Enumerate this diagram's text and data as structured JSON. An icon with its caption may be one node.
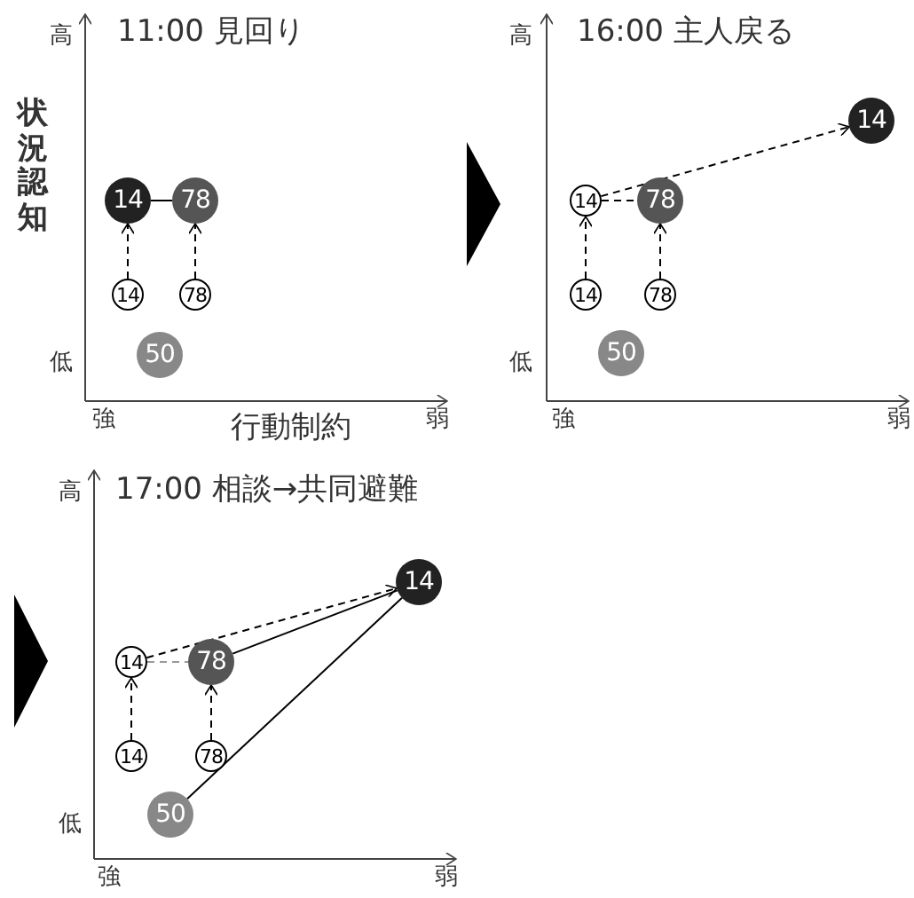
{
  "diagram": {
    "nodes": [
      {
        "text": [
          "14"
        ]
      },
      {
        "text": [
          "78"
        ]
      },
      {
        "text": [
          "14"
        ]
      },
      {
        "text": [
          "78"
        ]
      },
      {
        "text": [
          "50"
        ]
      },
      {
        "text": [
          "14"
        ]
      },
      {
        "text": [
          "14"
        ]
      },
      {
        "text": [
          "78"
        ]
      },
      {
        "text": [
          "14"
        ]
      },
      {
        "text": [
          "78"
        ]
      },
      {
        "text": [
          "50"
        ]
      },
      {
        "text": [
          "14"
        ]
      },
      {
        "text": [
          "14"
        ]
      },
      {
        "text": [
          "78"
        ]
      },
      {
        "text": [
          "14"
        ]
      },
      {
        "text": [
          "78"
        ]
      },
      {
        "text": [
          "50"
        ]
      },
      {
        "text": [],
        "shape": "triangle"
      },
      {
        "text": [],
        "shape": "triangle"
      }
    ],
    "edges": [
      {
        "from": 0,
        "to": 1,
        "arrow": "none"
      },
      {
        "from": 2,
        "to": 0,
        "arrow": "to",
        "style": "dashed"
      },
      {
        "from": 3,
        "to": 1,
        "arrow": "to",
        "style": "dashed"
      },
      {
        "from": 6,
        "to": 5,
        "arrow": "to",
        "style": "dashed"
      },
      {
        "from": 6,
        "to": 7,
        "arrow": "none",
        "style": "dashed"
      },
      {
        "from": 8,
        "to": 6,
        "arrow": "to",
        "style": "dashed"
      },
      {
        "from": 9,
        "to": 7,
        "arrow": "to",
        "style": "dashed"
      },
      {
        "from": 12,
        "to": 11,
        "arrow": "to",
        "style": "dashed"
      },
      {
        "from": 12,
        "to": 13,
        "arrow": "none",
        "style": "dashed",
        "color": "#999999"
      },
      {
        "from": 13,
        "to": 11,
        "arrow": "none"
      },
      {
        "from": 16,
        "to": 11,
        "arrow": "none"
      },
      {
        "from": 14,
        "to": 12,
        "arrow": "to",
        "style": "dashed"
      },
      {
        "from": 15,
        "to": 13,
        "arrow": "to",
        "style": "dashed"
      }
    ],
    "labels": [
      "高",
      "11:00 見回り",
      "状況認知",
      "低",
      "強",
      "行動制約",
      "弱",
      "高",
      "16:00 主人戻る",
      "低",
      "強",
      "弱",
      "高",
      "17:00 相談→共同避難",
      "低",
      "強",
      "弱"
    ]
  }
}
